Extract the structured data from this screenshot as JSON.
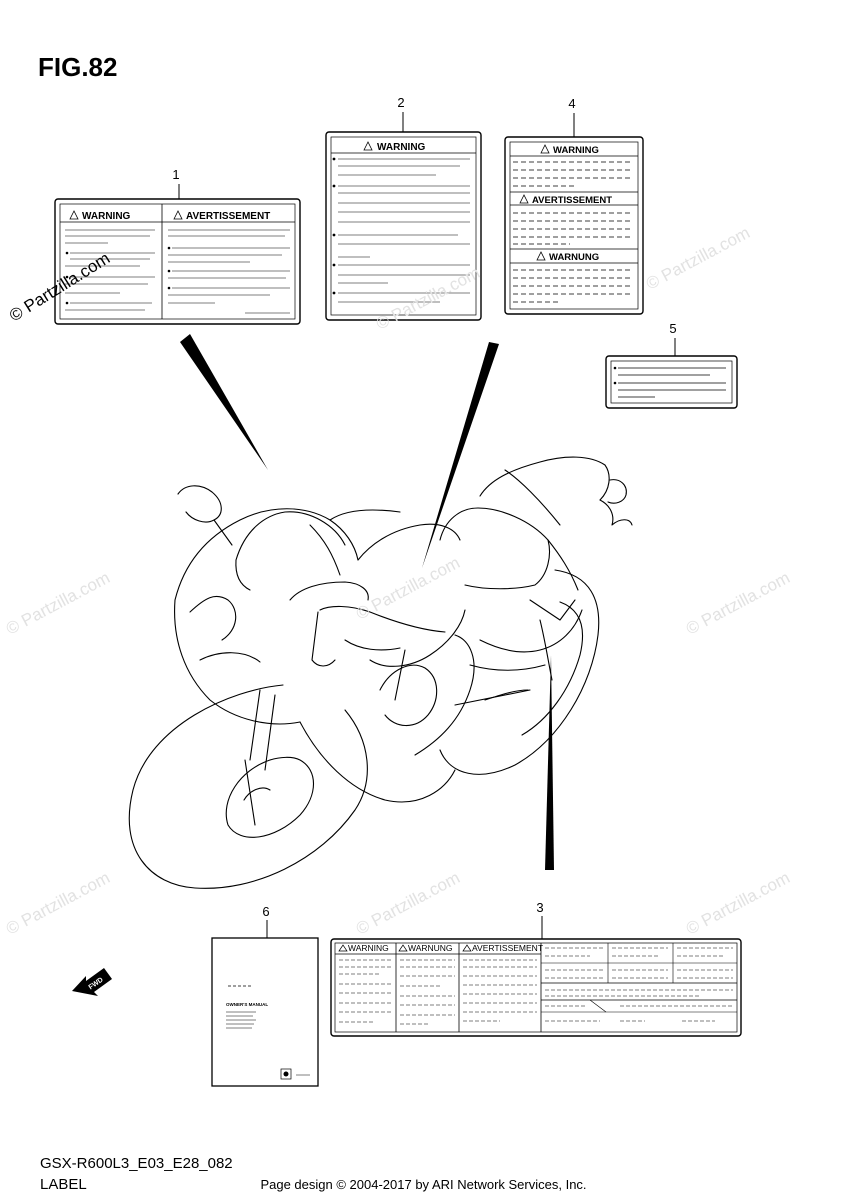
{
  "figure": {
    "title": "FIG.82",
    "code": "GSX-R600L3_E03_E28_082",
    "section": "LABEL"
  },
  "callouts": [
    "1",
    "2",
    "3",
    "4",
    "5",
    "6"
  ],
  "label_1": {
    "heading_left": "WARNING",
    "heading_right": "AVERTISSEMENT"
  },
  "label_2": {
    "heading": "WARNING"
  },
  "label_3": {
    "heading_1": "WARNING",
    "heading_2": "WARNUNG",
    "heading_3": "AVERTISSEMENT"
  },
  "label_4": {
    "heading_1": "WARNING",
    "heading_2": "AVERTISSEMENT",
    "heading_3": "WARNUNG"
  },
  "manual": {
    "title": "OWNER'S MANUAL"
  },
  "fwd": "FWD",
  "watermark": "© Partzilla.com",
  "footer": "Page design © 2004-2017 by ARI Network Services, Inc."
}
